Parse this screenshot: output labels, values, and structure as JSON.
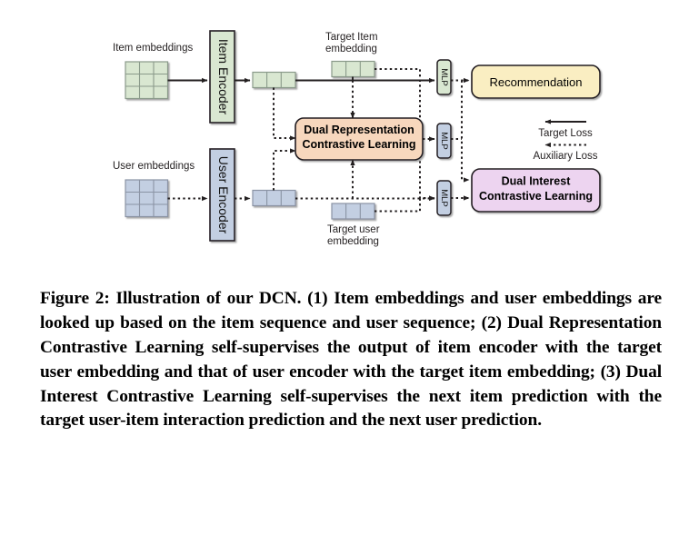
{
  "figure": {
    "labels": {
      "item_embeddings": "Item embeddings",
      "user_embeddings": "User embeddings",
      "target_item_embedding_line1": "Target Item",
      "target_item_embedding_line2": "embedding",
      "target_user_embedding_line1": "Target user",
      "target_user_embedding_line2": "embedding"
    },
    "encoders": {
      "item_encoder": "Item Encoder",
      "user_encoder": "User Encoder"
    },
    "mlp_blocks": [
      {
        "label": "MLP",
        "color": "#d9e7d1"
      },
      {
        "label": "MLP",
        "color": "#c3cfe2"
      },
      {
        "label": "MLP",
        "color": "#c3cfe2"
      }
    ],
    "boxes": {
      "dual_representation_line1": "Dual Representation",
      "dual_representation_line2": "Contrastive Learning",
      "recommendation": "Recommendation",
      "dual_interest_line1": "Dual Interest",
      "dual_interest_line2": "Contrastive Learning"
    },
    "legend": {
      "target_loss": "Target Loss",
      "auxiliary_loss": "Auxiliary Loss"
    },
    "colors": {
      "item_green": "#d9e7d1",
      "user_blue": "#c3cfe2",
      "dual_representation_orange": "#f7d7bd",
      "recommendation_yellow": "#faeec2",
      "dual_interest_purple": "#edd4f0",
      "stroke": "#231f20"
    }
  },
  "caption": {
    "text": "Figure 2: Illustration of our DCN. (1) Item embeddings and user embeddings are looked up based on the item sequence and user sequence; (2) Dual Representation Contrastive Learning self-supervises the output of item encoder with the target user embedding and that of user encoder with the target item embedding; (3) Dual Interest Contrastive Learning self-supervises the next item prediction with the target user-item interaction prediction and the next user prediction."
  }
}
